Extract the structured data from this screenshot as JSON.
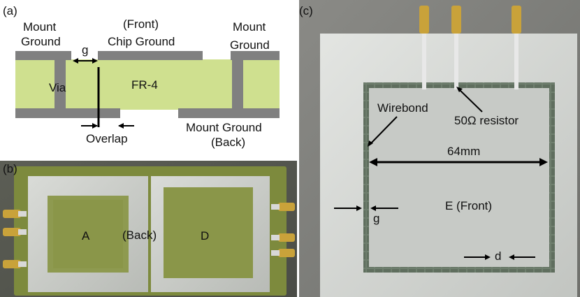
{
  "panel_a": {
    "tag": "(a)",
    "mount_ground_left_1": "Mount",
    "mount_ground_left_2": "Ground",
    "front_label": "(Front)",
    "chip_ground_label": "Chip Ground",
    "mount_ground_right_1": "Mount",
    "mount_ground_right_2": "Ground",
    "gap_label": "g",
    "via_label": "Via",
    "substrate_label": "FR-4",
    "overlap_label": "Overlap",
    "mount_ground_back_1": "Mount Ground",
    "mount_ground_back_2": "(Back)"
  },
  "panel_b": {
    "tag": "(b)",
    "chip_a_label": "A",
    "back_label": "(Back)",
    "chip_d_label": "D"
  },
  "panel_c": {
    "tag": "(c)",
    "wirebond_label": "Wirebond",
    "resistor_label": "50Ω resistor",
    "dimension_label": "64mm",
    "chip_e_label": "E (Front)",
    "gap_label": "g",
    "d_label": "d"
  },
  "colors": {
    "metal_gray": "#808080",
    "fr4_green": "#cfe08f",
    "pcb_green": "#7d8a3d",
    "silver": "#c9cbc8",
    "connector_gold": "#c9a23a"
  }
}
